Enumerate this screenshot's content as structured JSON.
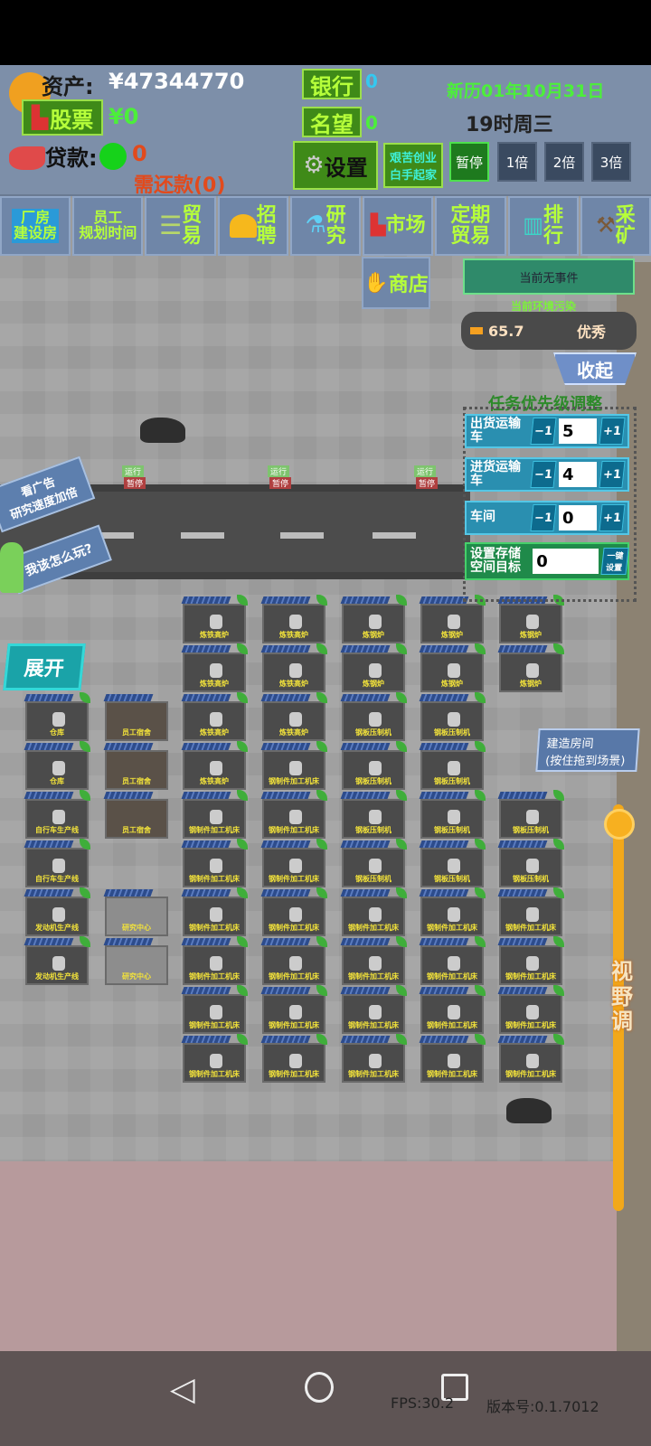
{
  "header": {
    "assets_label": "资产:",
    "assets_value": "¥47344770",
    "stock_label": "股票",
    "stock_value": "¥0",
    "loan_label": "贷款:",
    "loan_value": "0",
    "repay_label": "需还款(0)",
    "bank_label": "银行",
    "bank_value": "0",
    "fame_label": "名望",
    "fame_value": "0",
    "settings_label": "设置",
    "mode_label_1": "艰苦创业",
    "mode_label_2": "白手起家",
    "date": "新历01年10月31日",
    "time": "19时周三",
    "speed": [
      "暂停",
      "1倍",
      "2倍",
      "3倍"
    ]
  },
  "menu": [
    {
      "l1": "厂房",
      "l2": "建设房"
    },
    {
      "l1": "员工",
      "l2": "规划时间"
    },
    {
      "l1": "贸",
      "l2": "易"
    },
    {
      "l1": "招",
      "l2": "聘"
    },
    {
      "l1": "研",
      "l2": "究"
    },
    {
      "l1": "市场",
      "l2": ""
    },
    {
      "l1": "定期",
      "l2": "贸易"
    },
    {
      "l1": "排",
      "l2": "行"
    },
    {
      "l1": "采",
      "l2": "矿"
    }
  ],
  "shop_label": "商店",
  "event": {
    "text": "当前无事件",
    "pollution_label": "当前环境污染",
    "pollution_value": "65.7",
    "pollution_rating": "优秀"
  },
  "collapse_label": "收起",
  "priority": {
    "title": "任务优先级调整",
    "rows": [
      {
        "name": "出货运输车",
        "value": "5"
      },
      {
        "name": "进货运输车",
        "value": "4"
      },
      {
        "name": "车间",
        "value": "0"
      }
    ],
    "minus": "−1",
    "plus": "+1",
    "storage_label": "设置存储空间目标",
    "storage_value": "0",
    "storage_btn": "一键设置"
  },
  "ad_label_1": "看广告",
  "ad_label_2": "研究速度加倍",
  "help_label": "我该怎么玩?",
  "expand_label": "展开",
  "build_room_1": "建造房间",
  "build_room_2": "(按住拖到场景)",
  "zoom_label": "视野调",
  "road_tags": {
    "run": "运行",
    "pause": "暂停"
  },
  "rooms": [
    [
      "炼铁高炉",
      "炼铁高炉",
      "炼钢炉",
      "炼钢炉",
      "炼钢炉"
    ],
    [
      "炼铁高炉",
      "炼铁高炉",
      "炼钢炉",
      "炼钢炉",
      "炼钢炉"
    ],
    [
      "炼铁高炉",
      "炼铁高炉",
      "钢板压制机",
      "钢板压制机",
      ""
    ],
    [
      "炼铁高炉",
      "钢制件加工机床",
      "钢板压制机",
      "钢板压制机",
      ""
    ],
    [
      "钢制件加工机床",
      "钢制件加工机床",
      "钢板压制机",
      "钢板压制机",
      "钢板压制机"
    ],
    [
      "钢制件加工机床",
      "钢制件加工机床",
      "钢板压制机",
      "钢板压制机",
      "钢板压制机"
    ],
    [
      "钢制件加工机床",
      "钢制件加工机床",
      "钢制件加工机床",
      "钢制件加工机床",
      "钢制件加工机床"
    ],
    [
      "钢制件加工机床",
      "钢制件加工机床",
      "钢制件加工机床",
      "钢制件加工机床",
      "钢制件加工机床"
    ],
    [
      "钢制件加工机床",
      "钢制件加工机床",
      "钢制件加工机床",
      "钢制件加工机床",
      "钢制件加工机床"
    ],
    [
      "钢制件加工机床",
      "钢制件加工机床",
      "钢制件加工机床",
      "钢制件加工机床",
      "钢制件加工机床"
    ]
  ],
  "left_rooms": [
    [
      "仓库",
      "员工宿舍"
    ],
    [
      "仓库",
      "员工宿舍"
    ],
    [
      "自行车生产线",
      "员工宿舍"
    ],
    [
      "自行车生产线",
      ""
    ],
    [
      "发动机生产线",
      "研究中心"
    ],
    [
      "发动机生产线",
      "研究中心"
    ]
  ],
  "footer": {
    "fps": "FPS:30.2",
    "version": "版本号:0.1.7012"
  }
}
